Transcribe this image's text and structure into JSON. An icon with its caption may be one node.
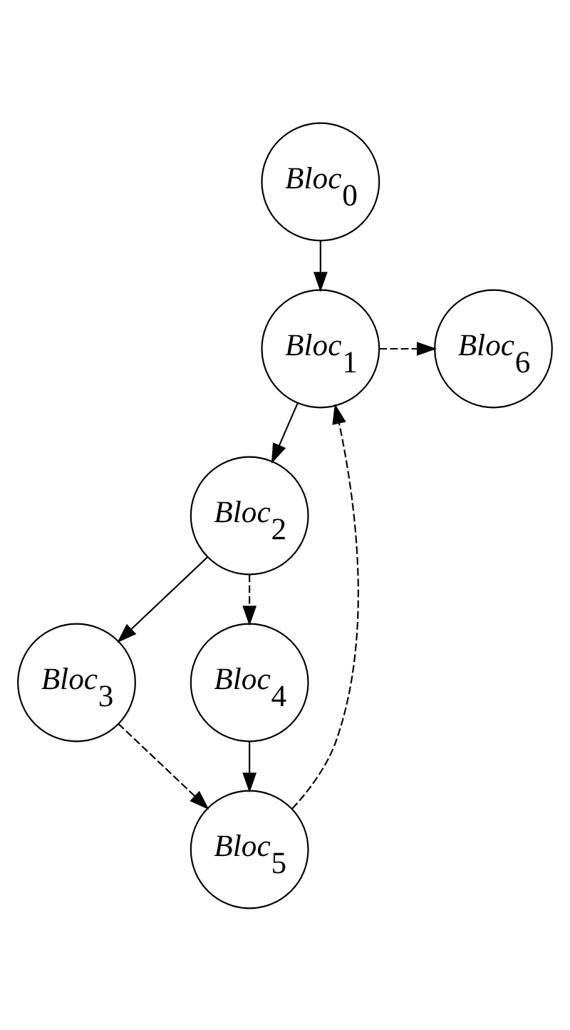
{
  "diagram": {
    "nodes": [
      {
        "text": [
          "Bloc$_{0}$"
        ]
      },
      {
        "text": [
          "Bloc$_{1}$"
        ]
      },
      {
        "text": [
          "Bloc$_{2}$"
        ]
      },
      {
        "text": [
          "Bloc$_{3}$"
        ]
      },
      {
        "text": [
          "Bloc$_{4}$"
        ]
      },
      {
        "text": [
          "Bloc$_{5}$"
        ]
      },
      {
        "text": [
          "Bloc$_{6}$"
        ]
      }
    ],
    "edges": [
      {
        "from": 0,
        "to": 1,
        "arrow": "to"
      },
      {
        "from": 1,
        "to": 6,
        "arrow": "to",
        "style": "dashed"
      },
      {
        "from": 1,
        "to": 2,
        "arrow": "to"
      },
      {
        "from": 2,
        "to": 3,
        "arrow": "to"
      },
      {
        "from": 2,
        "to": 4,
        "arrow": "to",
        "style": "dashed"
      },
      {
        "from": 3,
        "to": 5,
        "arrow": "to",
        "style": "dashed"
      },
      {
        "from": 4,
        "to": 5,
        "arrow": "to"
      },
      {
        "from": 5,
        "to": 1,
        "arrow": "to",
        "style": "dashed"
      }
    ]
  }
}
